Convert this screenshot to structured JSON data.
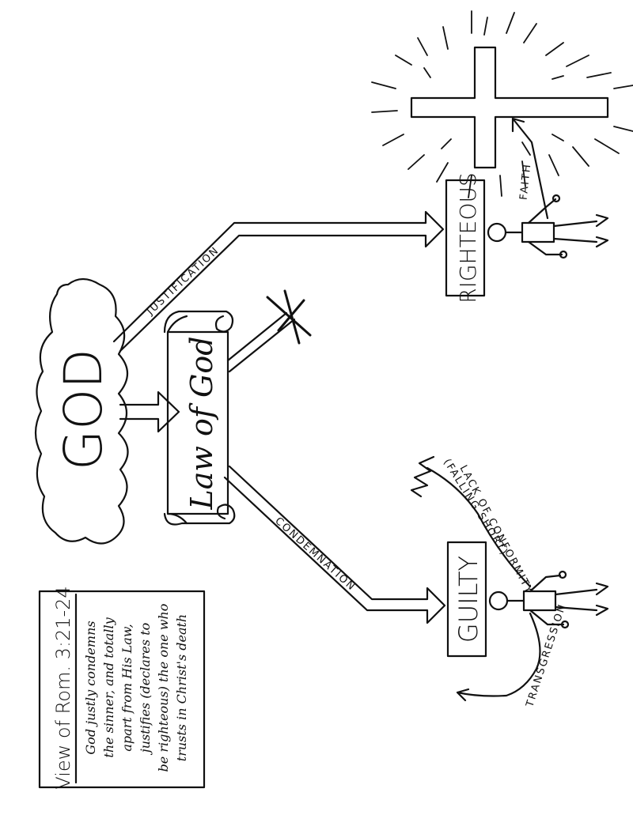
{
  "diagram": {
    "god": "GOD",
    "law": "Law of God",
    "path_justification": "JUSTIFICATION",
    "path_condemnation": "CONDEMNATION",
    "righteous": "RIGHTEOUS",
    "guilty": "GUILTY",
    "faith": "FAITH",
    "lack_of_conformity": "LACK OF CONFORMITY",
    "falling_short": "(FALLING SHORT)",
    "transgression": "TRANSGRESSION"
  },
  "caption": {
    "title": "View of Rom. 3:21-24",
    "lines": [
      "God justly condemns",
      "the sinner, and totally",
      "apart from His Law,",
      "justifies (declares to",
      "be righteous) the one who",
      "trusts in Christ's death"
    ]
  },
  "colors": {
    "ink": "#111111",
    "paper": "#ffffff"
  }
}
